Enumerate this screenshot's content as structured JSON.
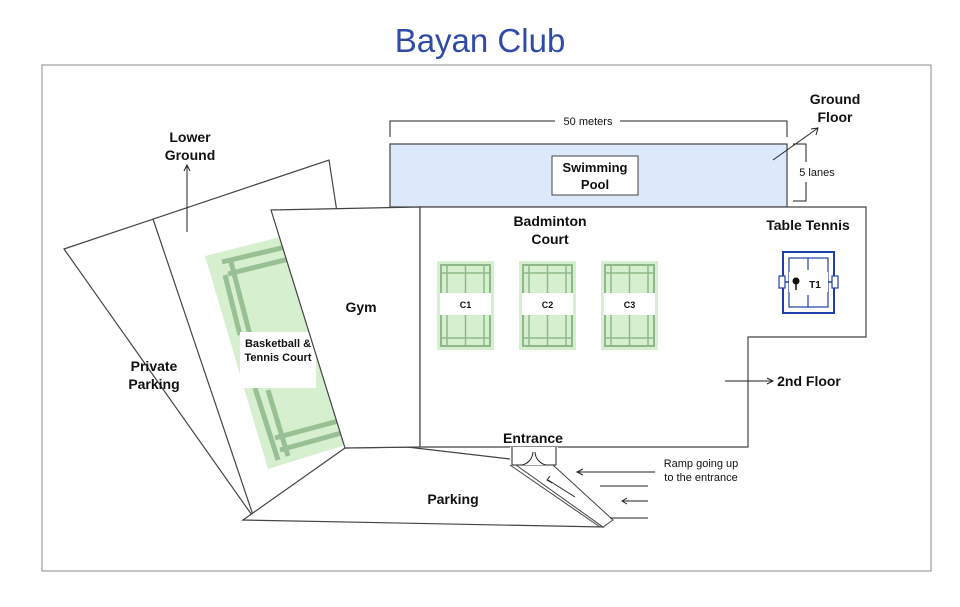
{
  "title": "Bayan Club",
  "labels": {
    "ground_floor_1": "Ground",
    "ground_floor_2": "Floor",
    "lower_ground_1": "Lower",
    "lower_ground_2": "Ground",
    "pool_width": "50 meters",
    "pool_lanes": "5 lanes",
    "pool_1": "Swimming",
    "pool_2": "Pool",
    "badminton_1": "Badminton",
    "badminton_2": "Court",
    "table_tennis": "Table Tennis",
    "table_tennis_code": "T1",
    "gym": "Gym",
    "basketball_1": "Basketball &",
    "basketball_2": "Tennis Court",
    "private_parking_1": "Private",
    "private_parking_2": "Parking",
    "second_floor": "2nd Floor",
    "entrance": "Entrance",
    "ramp_1": "Ramp going up",
    "ramp_2": "to the entrance",
    "parking": "Parking"
  },
  "courts": [
    "C1",
    "C2",
    "C3"
  ],
  "colors": {
    "title": "#2f4ba6",
    "pool_fill": "#dce9fb",
    "court_fill": "#d6efcf",
    "court_line": "#8fb88a",
    "table_tennis": "#1f3fa8",
    "outline": "#444444"
  }
}
